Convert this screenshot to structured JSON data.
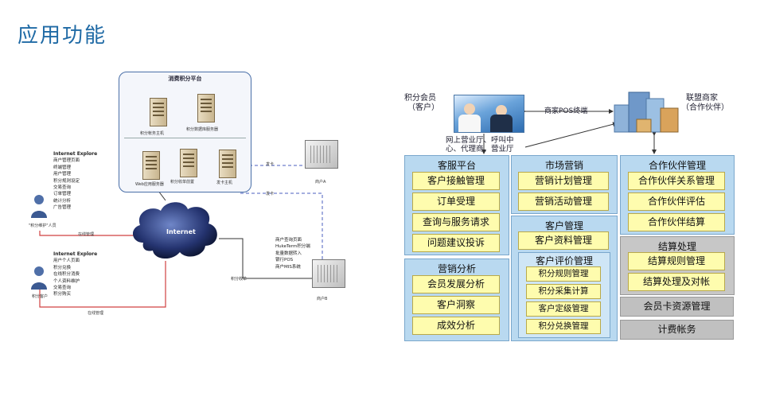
{
  "page": {
    "title": "应用功能"
  },
  "network": {
    "platform_title": "消费积分平台",
    "server_account": "积分帐务主机",
    "server_db": "积分数据库服务器",
    "server_web": "Web应用服务器",
    "server_frontend": "积分收单前置",
    "server_send": "发卡主机",
    "internet_label": "Internet",
    "send_card_1": "发卡",
    "send_card_2": "发卡",
    "merchant_a": "商户A",
    "merchant_b": "商户B",
    "online_mgmt_1": "在线管理",
    "online_mgmt_2": "在线管理",
    "points_collect": "积分收单",
    "admin_label": "\"积分维护\"人员",
    "customer_label": "积分客户",
    "admin_menu_head": "Internet Explore",
    "admin_menu": [
      "商户管理页面",
      "终端管理",
      "用户管理",
      "积分规则设定",
      "交易查询",
      "订单管理",
      "统计分析",
      "广告管理"
    ],
    "customer_menu_head": "Internet Explore",
    "customer_menu": [
      "用户个人页面",
      "积分兑换",
      "在线积分消费",
      "个人资料维护",
      "交易查询",
      "积分购买"
    ],
    "merchant_b_menu": [
      "商户查询页面",
      "HukeTerm积分端",
      "批量数据转入",
      "银行POS",
      "商户MIS系统"
    ]
  },
  "arch": {
    "member_label_1": "积分会员",
    "member_label_2": "（客户）",
    "partner_label_1": "联盟商家",
    "partner_label_2": "（合作伙伴）",
    "pos_line": "商家POS终端",
    "channel_label_1": "网上营业厅、呼叫中",
    "channel_label_2": "心、代理商、营业厅",
    "service": {
      "title": "客服平台",
      "items": [
        "客户接触管理",
        "订单受理",
        "查询与服务请求",
        "问题建议投诉"
      ]
    },
    "marketing": {
      "title": "市场营销",
      "items": [
        "营销计划管理",
        "营销活动管理"
      ]
    },
    "customer_mgmt": {
      "title": "客户管理",
      "item": "客户资料管理",
      "eval_title": "客户评价管理",
      "eval_items": [
        "积分规则管理",
        "积分采集计算",
        "客户定级管理",
        "积分兑换管理"
      ]
    },
    "analysis": {
      "title": "营销分析",
      "items": [
        "会员发展分析",
        "客户洞察",
        "成效分析"
      ]
    },
    "partner": {
      "title": "合作伙伴管理",
      "items": [
        "合作伙伴关系管理",
        "合作伙伴评估",
        "合作伙伴结算"
      ]
    },
    "settlement": {
      "title": "结算处理",
      "items": [
        "结算规则管理",
        "结算处理及对帐"
      ]
    },
    "card_resource": "会员卡资源管理",
    "billing": "计费帐务"
  },
  "colors": {
    "title": "#1f6aa5",
    "panel": "#b9d9f0",
    "item": "#fefcae",
    "gray_panel": "#c7c7c7",
    "line_red": "#d04040",
    "line_blue": "#4b5fbf"
  }
}
